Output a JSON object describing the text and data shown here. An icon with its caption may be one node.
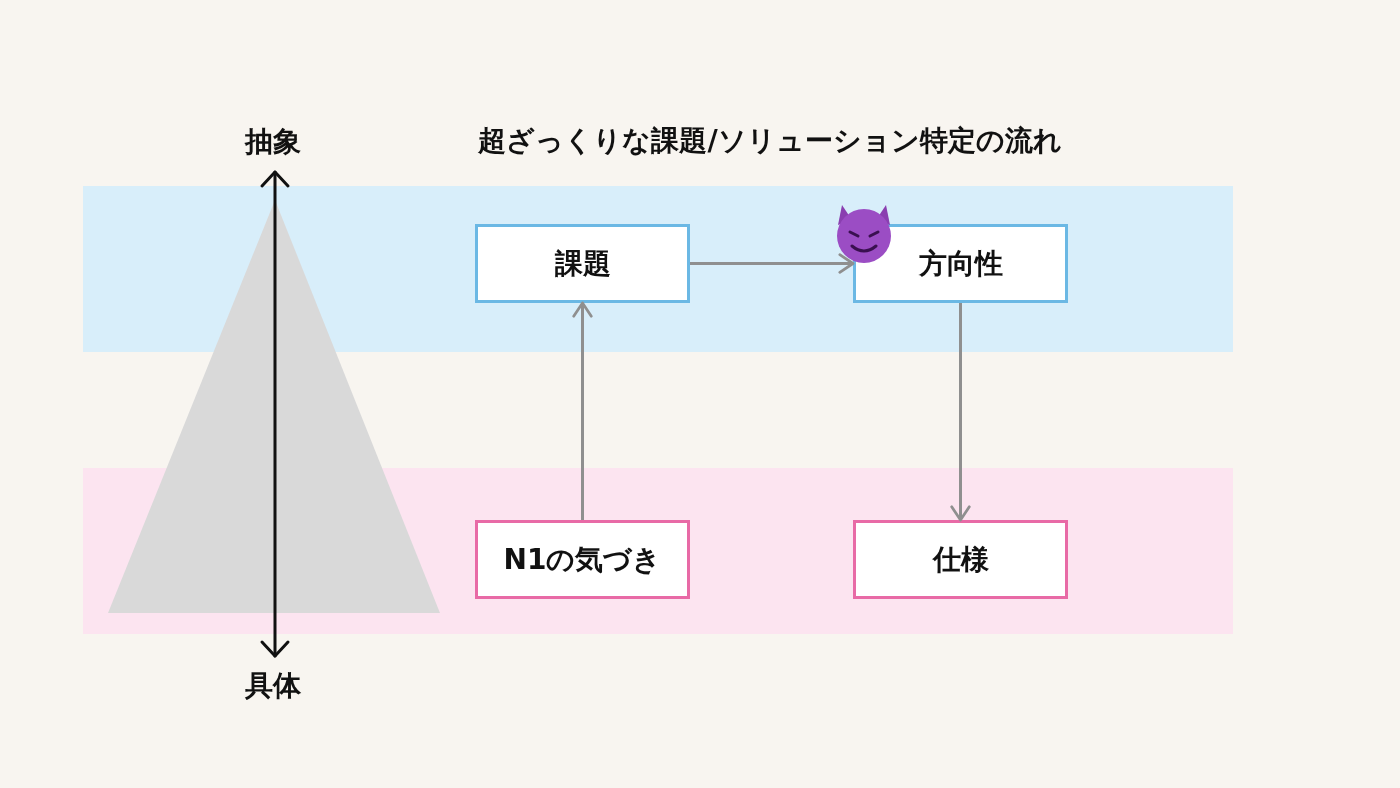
{
  "diagram": {
    "title": "超ざっくりな課題/ソリューション特定の流れ",
    "nodes": [
      {
        "text": [
          "課題"
        ]
      },
      {
        "text": [
          "方向性"
        ]
      },
      {
        "text": [
          "N1の気づき"
        ]
      },
      {
        "text": [
          "仕様"
        ]
      }
    ],
    "edges": [
      {
        "from": 0,
        "to": 1,
        "arrow": "to"
      },
      {
        "from": 2,
        "to": 0,
        "arrow": "to"
      },
      {
        "from": 1,
        "to": 3,
        "arrow": "to"
      }
    ],
    "labels": [
      "抽象",
      "具体"
    ]
  }
}
